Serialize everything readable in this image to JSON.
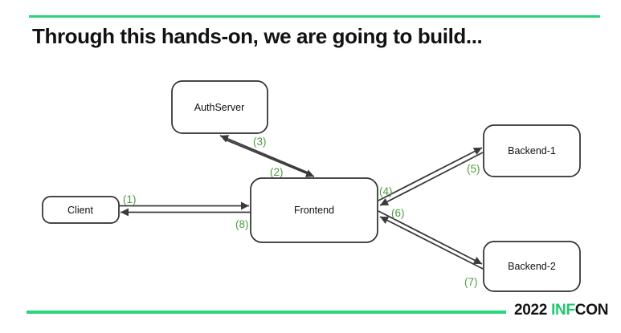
{
  "slide": {
    "title": "Through this hands-on, we are going to build...",
    "accent_green": "#2BD57E",
    "edge_label_green": "#4E9B41"
  },
  "footer": {
    "year": "2022",
    "brand_inf": "INF",
    "brand_con": "CON"
  },
  "diagram": {
    "nodes": [
      {
        "id": "client",
        "label": "Client"
      },
      {
        "id": "authserver",
        "label": "AuthServer"
      },
      {
        "id": "frontend",
        "label": "Frontend"
      },
      {
        "id": "backend-1",
        "label": "Backend-1"
      },
      {
        "id": "backend-2",
        "label": "Backend-2"
      }
    ],
    "edges": [
      {
        "label": "(1)",
        "from": "Client",
        "to": "Frontend"
      },
      {
        "label": "(2)",
        "from": "Frontend",
        "to": "AuthServer"
      },
      {
        "label": "(3)",
        "from": "AuthServer",
        "to": "Frontend"
      },
      {
        "label": "(4)",
        "from": "Frontend",
        "to": "Backend-1"
      },
      {
        "label": "(5)",
        "from": "Backend-1",
        "to": "Frontend"
      },
      {
        "label": "(6)",
        "from": "Frontend",
        "to": "Backend-2"
      },
      {
        "label": "(7)",
        "from": "Backend-2",
        "to": "Frontend"
      },
      {
        "label": "(8)",
        "from": "Frontend",
        "to": "Client"
      }
    ]
  }
}
